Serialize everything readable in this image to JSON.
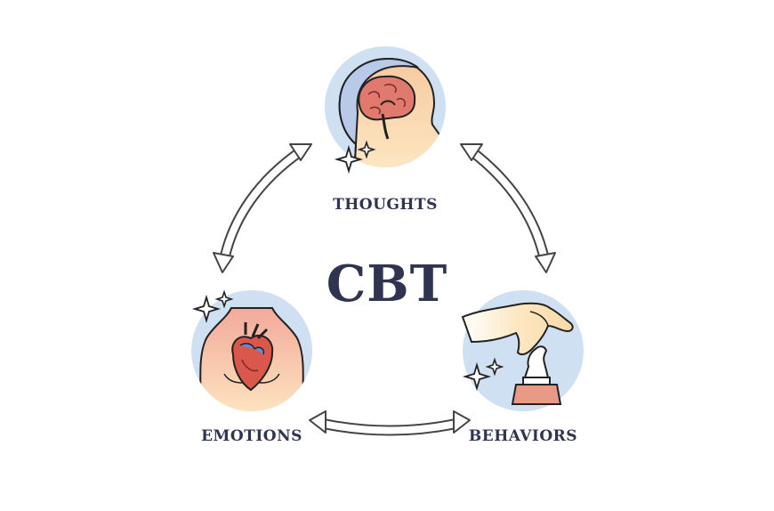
{
  "diagram": {
    "center_title": "CBT",
    "nodes": [
      {
        "id": "thoughts",
        "label": "THOUGHTS",
        "icon": "head-brain-icon"
      },
      {
        "id": "emotions",
        "label": "EMOTIONS",
        "icon": "torso-heart-icon"
      },
      {
        "id": "behaviors",
        "label": "BEHAVIORS",
        "icon": "hand-chess-knight-icon"
      }
    ],
    "connections": [
      {
        "from": "thoughts",
        "to": "behaviors",
        "direction": "bidirectional"
      },
      {
        "from": "behaviors",
        "to": "emotions",
        "direction": "bidirectional"
      },
      {
        "from": "emotions",
        "to": "thoughts",
        "direction": "bidirectional"
      }
    ],
    "colors": {
      "text": "#2f3550",
      "circle_fill": "#cfe0f2",
      "warm_fill": "#fbe3b8",
      "brain": "#e07a6e",
      "heart": "#d9574b",
      "arrow_fill": "#ffffff",
      "arrow_stroke": "#444444"
    }
  }
}
